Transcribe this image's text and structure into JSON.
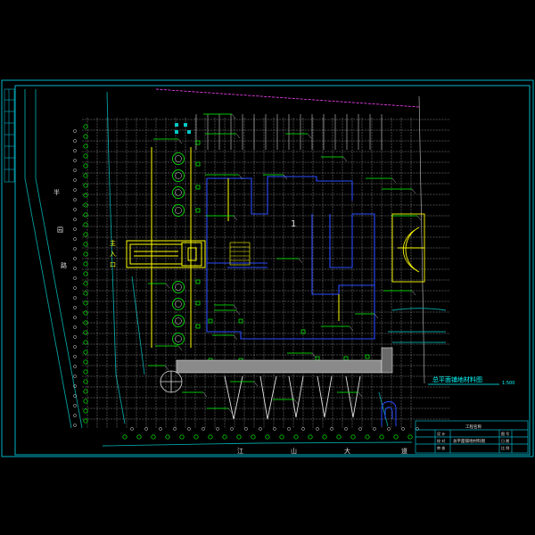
{
  "drawing": {
    "title": "总平面铺地材料图",
    "scale": "1:500",
    "building_number": "1",
    "street_left": [
      "半",
      "园",
      "路"
    ],
    "street_bottom": [
      "江",
      "山",
      "大",
      "道"
    ],
    "entrance_label": [
      "主",
      "入",
      "口"
    ],
    "colors": {
      "background": "#000000",
      "frame": "#00b4c8",
      "grid": "#c8c8c8",
      "tree": "#00ff00",
      "building": "#2a4cff",
      "accent": "#ffff00",
      "boundary": "#ff40ff",
      "road": "#00a0a0",
      "title_text": "#00ffff"
    }
  },
  "title_block": {
    "header": "工程名称",
    "drawing_name": "总平面铺地材料图",
    "rows": [
      "设 计",
      "校 对",
      "审 核"
    ],
    "fields": [
      "图 号",
      "日 期",
      "比 例"
    ]
  }
}
